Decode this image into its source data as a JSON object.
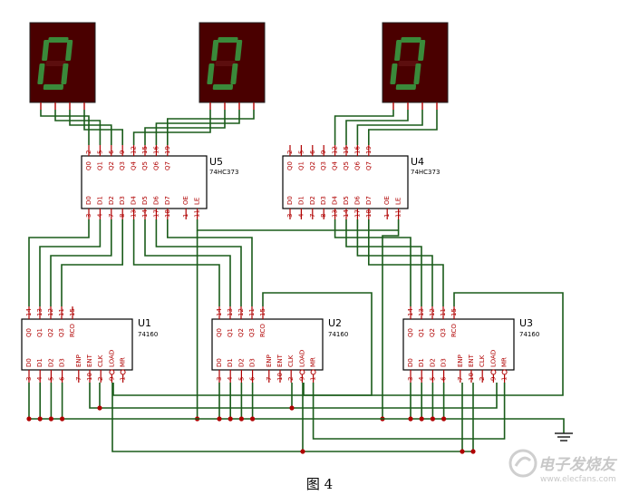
{
  "caption": "图 4",
  "watermark": {
    "name": "电子发烧友",
    "url": "www.elecfans.com"
  },
  "colors": {
    "wire": "#1a5c1a",
    "pin": "#b00000",
    "chip_fill": "#ffffff",
    "display_bg": "#4a0000",
    "segment_on": "#3a8a3a"
  },
  "displays": [
    {
      "id": "DS1",
      "digit": "0"
    },
    {
      "id": "DS2",
      "digit": "0"
    },
    {
      "id": "DS3",
      "digit": "0"
    }
  ],
  "latches": [
    {
      "ref": "U5",
      "part": "74HC373",
      "top_pins": [
        {
          "num": "2",
          "label": "Q0"
        },
        {
          "num": "5",
          "label": "Q1"
        },
        {
          "num": "6",
          "label": "Q2"
        },
        {
          "num": "9",
          "label": "Q3"
        },
        {
          "num": "12",
          "label": "Q4"
        },
        {
          "num": "15",
          "label": "Q5"
        },
        {
          "num": "16",
          "label": "Q6"
        },
        {
          "num": "19",
          "label": "Q7"
        }
      ],
      "bottom_pins": [
        {
          "num": "3",
          "label": "D0"
        },
        {
          "num": "4",
          "label": "D1"
        },
        {
          "num": "7",
          "label": "D2"
        },
        {
          "num": "8",
          "label": "D3"
        },
        {
          "num": "13",
          "label": "D4"
        },
        {
          "num": "14",
          "label": "D5"
        },
        {
          "num": "17",
          "label": "D6"
        },
        {
          "num": "18",
          "label": "D7"
        },
        {
          "num": "1",
          "label": "OE"
        },
        {
          "num": "11",
          "label": "LE"
        }
      ]
    },
    {
      "ref": "U4",
      "part": "74HC373",
      "top_pins": [
        {
          "num": "2",
          "label": "Q0"
        },
        {
          "num": "5",
          "label": "Q1"
        },
        {
          "num": "6",
          "label": "Q2"
        },
        {
          "num": "9",
          "label": "Q3"
        },
        {
          "num": "12",
          "label": "Q4"
        },
        {
          "num": "15",
          "label": "Q5"
        },
        {
          "num": "16",
          "label": "Q6"
        },
        {
          "num": "19",
          "label": "Q7"
        }
      ],
      "bottom_pins": [
        {
          "num": "3",
          "label": "D0"
        },
        {
          "num": "4",
          "label": "D1"
        },
        {
          "num": "7",
          "label": "D2"
        },
        {
          "num": "8",
          "label": "D3"
        },
        {
          "num": "13",
          "label": "D4"
        },
        {
          "num": "14",
          "label": "D5"
        },
        {
          "num": "17",
          "label": "D6"
        },
        {
          "num": "18",
          "label": "D7"
        },
        {
          "num": "1",
          "label": "OE"
        },
        {
          "num": "11",
          "label": "LE"
        }
      ]
    }
  ],
  "counters": [
    {
      "ref": "U1",
      "part": "74160"
    },
    {
      "ref": "U2",
      "part": "74160"
    },
    {
      "ref": "U3",
      "part": "74160"
    }
  ],
  "counter_pins": {
    "top": [
      {
        "num": "14",
        "label": "Q0"
      },
      {
        "num": "13",
        "label": "Q1"
      },
      {
        "num": "12",
        "label": "Q2"
      },
      {
        "num": "11",
        "label": "Q3"
      },
      {
        "num": "15",
        "label": "RCO"
      }
    ],
    "bottom": [
      {
        "num": "3",
        "label": "D0"
      },
      {
        "num": "4",
        "label": "D1"
      },
      {
        "num": "5",
        "label": "D2"
      },
      {
        "num": "6",
        "label": "D3"
      },
      {
        "num": "7",
        "label": "ENP"
      },
      {
        "num": "10",
        "label": "ENT"
      },
      {
        "num": "2",
        "label": "CLK"
      },
      {
        "num": "9",
        "label": "LOAD"
      },
      {
        "num": "1",
        "label": "MR"
      }
    ]
  }
}
